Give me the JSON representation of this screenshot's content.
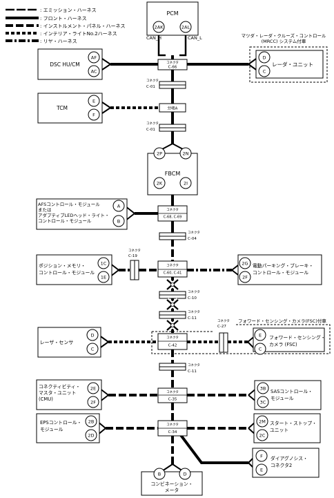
{
  "legend": {
    "items": [
      {
        "label": ": エミッション・ハーネス",
        "style": "emission"
      },
      {
        "label": ": フロント・ハーネス",
        "style": "front"
      },
      {
        "label": ": インストルメント・パネル・ハーネス",
        "style": "inst"
      },
      {
        "label": ": インテリア・ライトNo.2ハーネス",
        "style": "interior"
      },
      {
        "label": ": リヤ・ハーネス",
        "style": "rear"
      }
    ]
  },
  "modules": {
    "pcm": {
      "label": "PCM",
      "pins": [
        "2AK",
        "2AL"
      ],
      "pin_labels": [
        "CAN_H",
        "CAN_L"
      ]
    },
    "dsc": {
      "label": "DSC HU/CM",
      "pins": [
        "AF",
        "AC"
      ]
    },
    "tcm": {
      "label": "TCM",
      "pins": [
        "E",
        "F"
      ]
    },
    "fbcm": {
      "label": "FBCM",
      "pins": [
        "2P",
        "2N",
        "2K",
        "2I"
      ]
    },
    "afs": {
      "lines": [
        "AFSコントロール・モジュール",
        "または",
        "アダプティブLEDヘッド・ライト・",
        "コントロール・モジュール"
      ],
      "pins": [
        "A",
        "B"
      ]
    },
    "position": {
      "lines": [
        "ポジション・メモリ・",
        "コントロール・モジュール"
      ],
      "pins": [
        "1C",
        "1E"
      ]
    },
    "parking": {
      "lines": [
        "電動パーキング・ブレーキ・",
        "コントロール・モジュール"
      ],
      "pins": [
        "2G",
        "2F"
      ]
    },
    "radar_sensor": {
      "label": "レーザ・センサ",
      "pins": [
        "D",
        "C"
      ]
    },
    "fsc": {
      "lines": [
        "フォワード・センシング・",
        "カメラ (FSC)"
      ],
      "pins": [
        "E",
        "C"
      ]
    },
    "cmu": {
      "lines": [
        "コネクティビティ・",
        "マスタ・ユニット",
        "(CMU)"
      ],
      "pins": [
        "2E",
        "2F"
      ]
    },
    "sas": {
      "lines": [
        "SASコントロール・",
        "モジュール"
      ],
      "pins": [
        "3B",
        "3C"
      ]
    },
    "eps": {
      "lines": [
        "EPSコントロール・",
        "モジュール"
      ],
      "pins": [
        "2B",
        "2D"
      ]
    },
    "startstop": {
      "lines": [
        "スタート・ストップ・",
        "ユニット"
      ],
      "pins": [
        "2M",
        "2C"
      ]
    },
    "diag": {
      "lines": [
        "ダイアグノシス・",
        "コネクタ2"
      ],
      "pins": [
        "F",
        "E"
      ]
    },
    "combi": {
      "lines": [
        "コンビネーション・",
        "メータ"
      ],
      "pins": [
        "B",
        "D"
      ]
    },
    "radar_unit": {
      "label": "レーダ・ユニット",
      "pins": [
        "D",
        "C"
      ]
    }
  },
  "connectors": {
    "c66": {
      "lines": [
        "コネクタ",
        "C-66"
      ]
    },
    "c01a": {
      "lines": [
        "コネクタ",
        "C-01"
      ]
    },
    "bunki": {
      "label": "分岐A"
    },
    "c01b": {
      "lines": [
        "コネクタ",
        "C-01"
      ]
    },
    "c68": {
      "lines": [
        "コネクタ",
        "C-68, C-69"
      ]
    },
    "c04": {
      "lines": [
        "コネクタ",
        "C-04"
      ]
    },
    "c19": {
      "lines": [
        "コネクタ",
        "C-19"
      ]
    },
    "c60": {
      "lines": [
        "コネクタ",
        "C-60, C-41"
      ]
    },
    "c10": {
      "lines": [
        "コネクタ",
        "C-10"
      ]
    },
    "c11a": {
      "lines": [
        "コネクタ",
        "C-11"
      ]
    },
    "c42": {
      "lines": [
        "コネクタ",
        "C-42"
      ]
    },
    "c27": {
      "lines": [
        "コネクタ",
        "C-27"
      ]
    },
    "c11b": {
      "lines": [
        "コネクタ",
        "C-11"
      ]
    },
    "c35": {
      "lines": [
        "コネクタ",
        "C-35"
      ]
    },
    "c34": {
      "lines": [
        "コネクタ",
        "C-34"
      ]
    }
  },
  "options": {
    "mrcc": {
      "lines": [
        "マツダ・レーダ・クルーズ・コントロール",
        "(MRCC) システム付車"
      ]
    },
    "fsc": {
      "label": "フォワード・センシング・カメラ(FSC)付車"
    }
  }
}
